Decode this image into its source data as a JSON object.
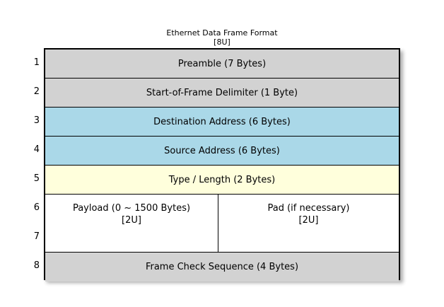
{
  "figure": {
    "title": "Ethernet Data Frame Format",
    "title_annotation": "[8U]"
  },
  "colors": {
    "gray": "#d2d2d2",
    "blue": "#aad8e8",
    "yellow": "#ffffdc",
    "white": "#ffffff",
    "border": "#000000",
    "background": "#ffffff"
  },
  "row_numbers": [
    "1",
    "2",
    "3",
    "4",
    "5",
    "6",
    "7",
    "8"
  ],
  "fields": [
    {
      "label": "Preamble (7 Bytes)",
      "color": "gray",
      "rows": "1"
    },
    {
      "label": "Start-of-Frame Delimiter (1 Byte)",
      "color": "gray",
      "rows": "2"
    },
    {
      "label": "Destination Address (6 Bytes)",
      "color": "blue",
      "rows": "3"
    },
    {
      "label": "Source Address (6 Bytes)",
      "color": "blue",
      "rows": "4"
    },
    {
      "label": "Type / Length (2 Bytes)",
      "color": "yellow",
      "rows": "5"
    },
    {
      "split": true,
      "color": "white",
      "rows": "6-7",
      "left": {
        "label": "Payload (0 ~ 1500 Bytes)",
        "annotation": "[2U]"
      },
      "right": {
        "label": "Pad (if necessary)",
        "annotation": "[2U]"
      }
    },
    {
      "label": "Frame Check Sequence (4 Bytes)",
      "color": "gray",
      "rows": "8"
    }
  ]
}
